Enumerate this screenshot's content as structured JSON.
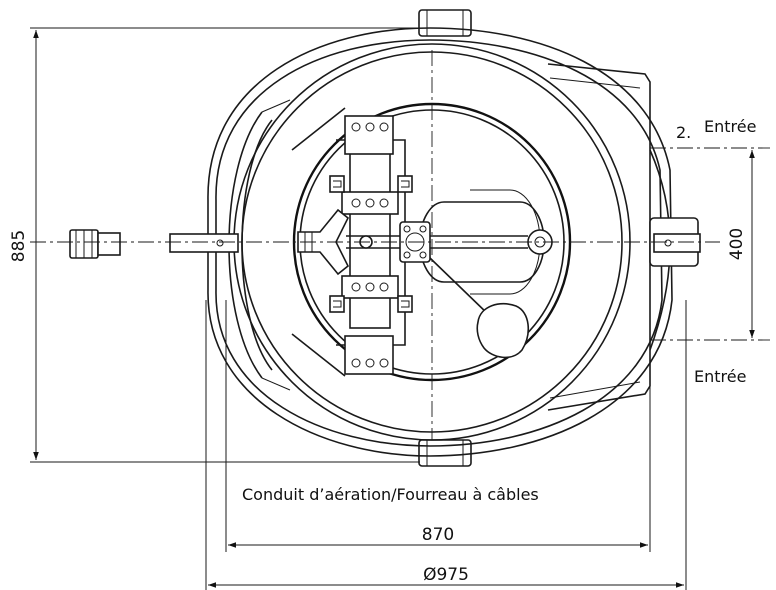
{
  "drawing": {
    "dimensions": {
      "height": "885",
      "inlet_spacing": "400",
      "width": "870",
      "diameter": "Ø975"
    },
    "labels": {
      "inlet_2": "2.",
      "inlet_2_word": "Entrée",
      "inlet_1": "Entrée",
      "conduit": "Conduit d’aération/Fourreau à câbles"
    }
  }
}
